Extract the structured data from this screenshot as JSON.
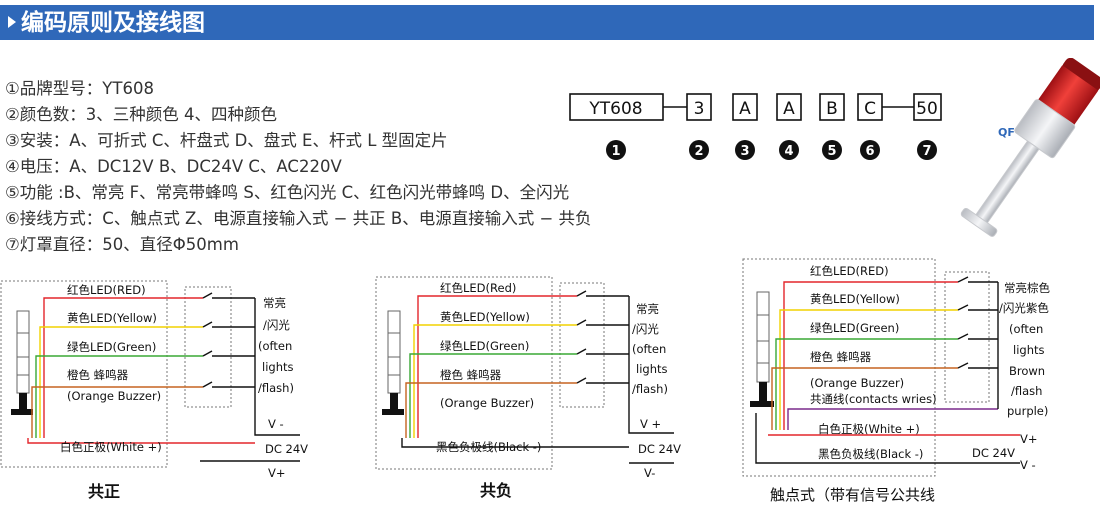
{
  "header": {
    "title": "编码原则及接线图"
  },
  "specs": [
    "①品牌型号：YT608",
    "②颜色数：3、三种颜色 4、四种颜色",
    "③安装：A、可折式 C、杆盘式 D、盘式 E、杆式 L 型固定片",
    "④电压：A、DC12V   B、DC24V   C、AC220V",
    "⑤功能 :B、常亮      F、常亮带蜂鸣    S、红色闪光   C、红色闪光带蜂鸣   D、全闪光",
    "⑥接线方式：C、触点式    Z、电源直接输入式 − 共正    B、电源直接输入式 − 共负",
    "⑦灯罩直径：50、直径Φ50mm"
  ],
  "code": {
    "boxes": [
      "YT608",
      "3",
      "A",
      "A",
      "B",
      "C",
      "50"
    ],
    "numbers": [
      "1",
      "2",
      "3",
      "4",
      "5",
      "6",
      "7"
    ]
  },
  "product": {
    "logo_text": "QF"
  },
  "colors": {
    "header": "#2f68b9",
    "red": "#e3262c",
    "yellow": "#f2d200",
    "green": "#3aa935",
    "orange": "#c56420",
    "purple": "#7a2a8c"
  },
  "diagrams": {
    "d1": {
      "caption": "共正",
      "labels": [
        "红色LED(RED)",
        "黄色LED(Yellow)",
        "绿色LED(Green)",
        "橙色 蜂鸣器",
        "(Orange Buzzer)",
        "白色正极(White +)"
      ],
      "right": [
        "常亮",
        "/闪光",
        "(often",
        "lights",
        "/flash)",
        "V -",
        "DC 24V",
        "V+"
      ]
    },
    "d2": {
      "caption": "共负",
      "labels": [
        "红色LED(Red)",
        "黄色LED(Yellow)",
        "绿色LED(Green)",
        "橙色 蜂鸣器",
        "(Orange Buzzer)",
        "黑色负极线(Black -)"
      ],
      "right": [
        "常亮",
        "/闪光",
        "(often",
        "lights",
        "/flash)",
        "V +",
        "DC 24V",
        "V-"
      ]
    },
    "d3": {
      "caption": "触点式（带有信号公共线",
      "labels": [
        "红色LED(RED)",
        "黄色LED(Yellow)",
        "绿色LED(Green)",
        "橙色 蜂鸣器",
        "(Orange Buzzer)",
        "共通线(contacts wries)",
        "白色正极(White +)",
        "黑色负极线(Black -)"
      ],
      "right": [
        "常亮棕色",
        "/闪光紫色",
        "(often",
        "lights",
        "Brown",
        "/flash",
        "purple)",
        "V+",
        "DC 24V",
        "V -"
      ]
    }
  }
}
